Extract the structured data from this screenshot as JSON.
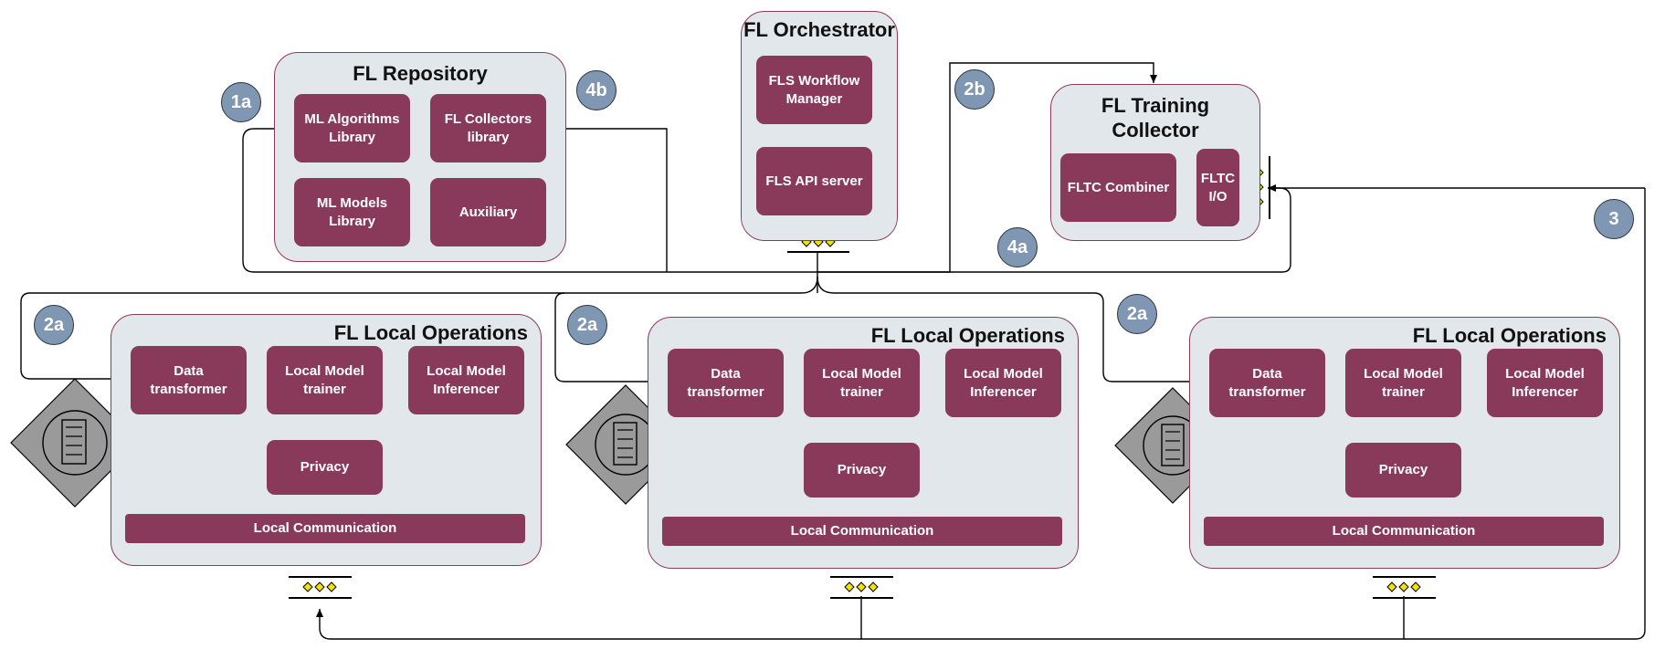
{
  "repository": {
    "title": "FL Repository",
    "ml_algorithms": "ML Algorithms Library",
    "fl_collectors": "FL Collectors library",
    "ml_models": "ML Models Library",
    "auxiliary": "Auxiliary"
  },
  "orchestrator": {
    "title": "FL Orchestrator",
    "workflow_manager": "FLS Workflow Manager",
    "api_server": "FLS API server"
  },
  "training_collector": {
    "title": "FL Training Collector",
    "combiner": "FLTC Combiner",
    "io": "FLTC I/O"
  },
  "local_ops": {
    "title": "FL Local Operations",
    "data_transformer": "Data transformer",
    "model_trainer": "Local Model trainer",
    "model_inferencer": "Local Model Inferencer",
    "privacy": "Privacy",
    "communication": "Local Communication"
  },
  "badges": {
    "b1a": "1a",
    "b4b": "4b",
    "b2b": "2b",
    "b4a": "4a",
    "b3": "3",
    "b2a": "2a"
  },
  "colors": {
    "container_fill": "#e2e7eb",
    "box_fill": "#893a5a",
    "badge_fill": "#7f97b3",
    "connector_diamond": "#f2e200",
    "database_diamond": "#9a9a9a"
  }
}
